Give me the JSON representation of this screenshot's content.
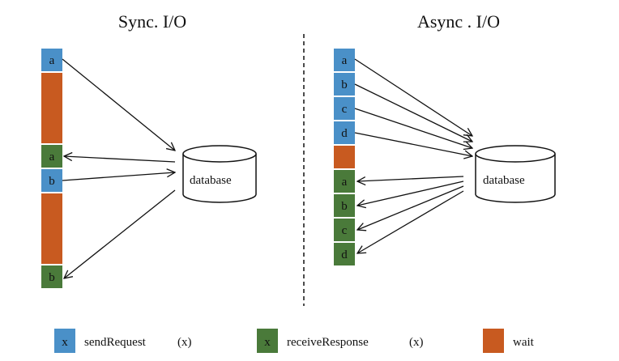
{
  "colors": {
    "send": "#4a90c8",
    "receive": "#4a7a3a",
    "wait": "#c85a20"
  },
  "titles": {
    "sync": "Sync. I/O",
    "async": "Async . I/O"
  },
  "database_label": "database",
  "sync_blocks": [
    {
      "kind": "send",
      "label": "a"
    },
    {
      "kind": "wait",
      "label": ""
    },
    {
      "kind": "receive",
      "label": "a"
    },
    {
      "kind": "send",
      "label": "b"
    },
    {
      "kind": "wait",
      "label": ""
    },
    {
      "kind": "receive",
      "label": "b"
    }
  ],
  "async_blocks": [
    {
      "kind": "send",
      "label": "a"
    },
    {
      "kind": "send",
      "label": "b"
    },
    {
      "kind": "send",
      "label": "c"
    },
    {
      "kind": "send",
      "label": "d"
    },
    {
      "kind": "wait",
      "label": ""
    },
    {
      "kind": "receive",
      "label": "a"
    },
    {
      "kind": "receive",
      "label": "b"
    },
    {
      "kind": "receive",
      "label": "c"
    },
    {
      "kind": "receive",
      "label": "d"
    }
  ],
  "legend": [
    {
      "kind": "send",
      "swatch_text": "x",
      "label": "sendRequest",
      "suffix": "(x)"
    },
    {
      "kind": "receive",
      "swatch_text": "x",
      "label": "receiveResponse",
      "suffix": "(x)"
    },
    {
      "kind": "wait",
      "swatch_text": "",
      "label": "wait",
      "suffix": ""
    }
  ]
}
